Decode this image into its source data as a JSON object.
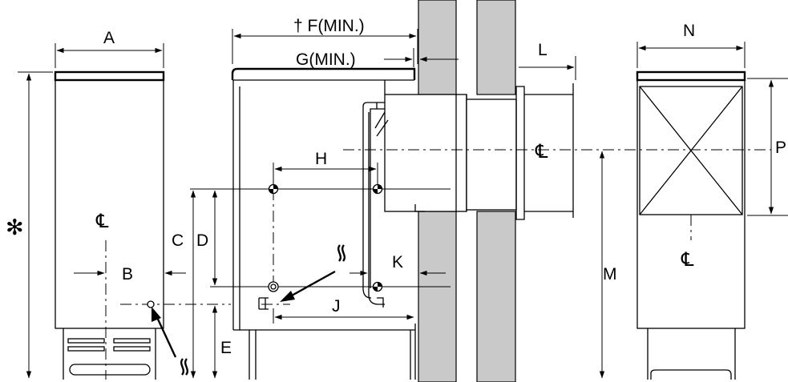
{
  "labels": {
    "A": "A",
    "B": "B",
    "C": "C",
    "D": "D",
    "E": "E",
    "F": "† F(MIN.)",
    "G": "G(MIN.)",
    "H": "H",
    "J": "J",
    "K": "K",
    "L": "L",
    "M": "M",
    "N": "N",
    "P": "P",
    "star": "✻"
  },
  "centerline_symbol": "℄"
}
